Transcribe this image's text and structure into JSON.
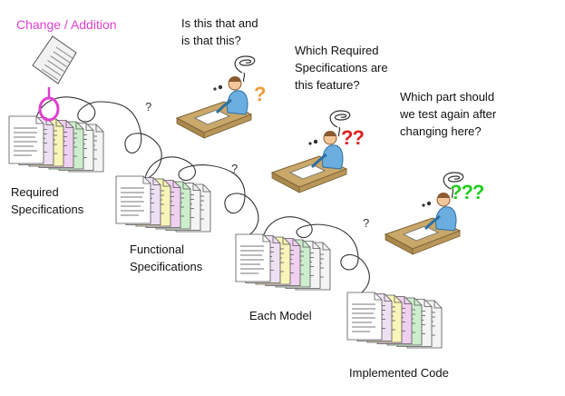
{
  "change_label": "Change / Addition",
  "stages": [
    {
      "label": "Required\nSpecifications"
    },
    {
      "label": "Functional\nSpecifications"
    },
    {
      "label": "Each Model"
    },
    {
      "label": "Implemented  Code"
    }
  ],
  "questions": [
    {
      "text": "Is this that and\nis that this?",
      "marks": "?",
      "color": "#f29a3a"
    },
    {
      "text": "Which Required\nSpecifications are\nthis feature?",
      "marks": "??",
      "color": "#e02020"
    },
    {
      "text": "Which part should\nwe test again after\nchanging here?",
      "marks": "???",
      "color": "#22cc22"
    }
  ],
  "colors": {
    "doc_fill": "#f4f4f4",
    "page_colors": [
      "#d8d8d8",
      "#ece0f2",
      "#f8f5b8",
      "#f0d0f0",
      "#cdeecd"
    ],
    "magenta": "#e040d0",
    "person": "#6aaee0",
    "desk": "#c9a86a"
  },
  "icons": [
    "document-stack-icon",
    "person-at-desk-icon",
    "thought-scribble-icon",
    "curved-arrow-icon",
    "magnifier-icon"
  ]
}
